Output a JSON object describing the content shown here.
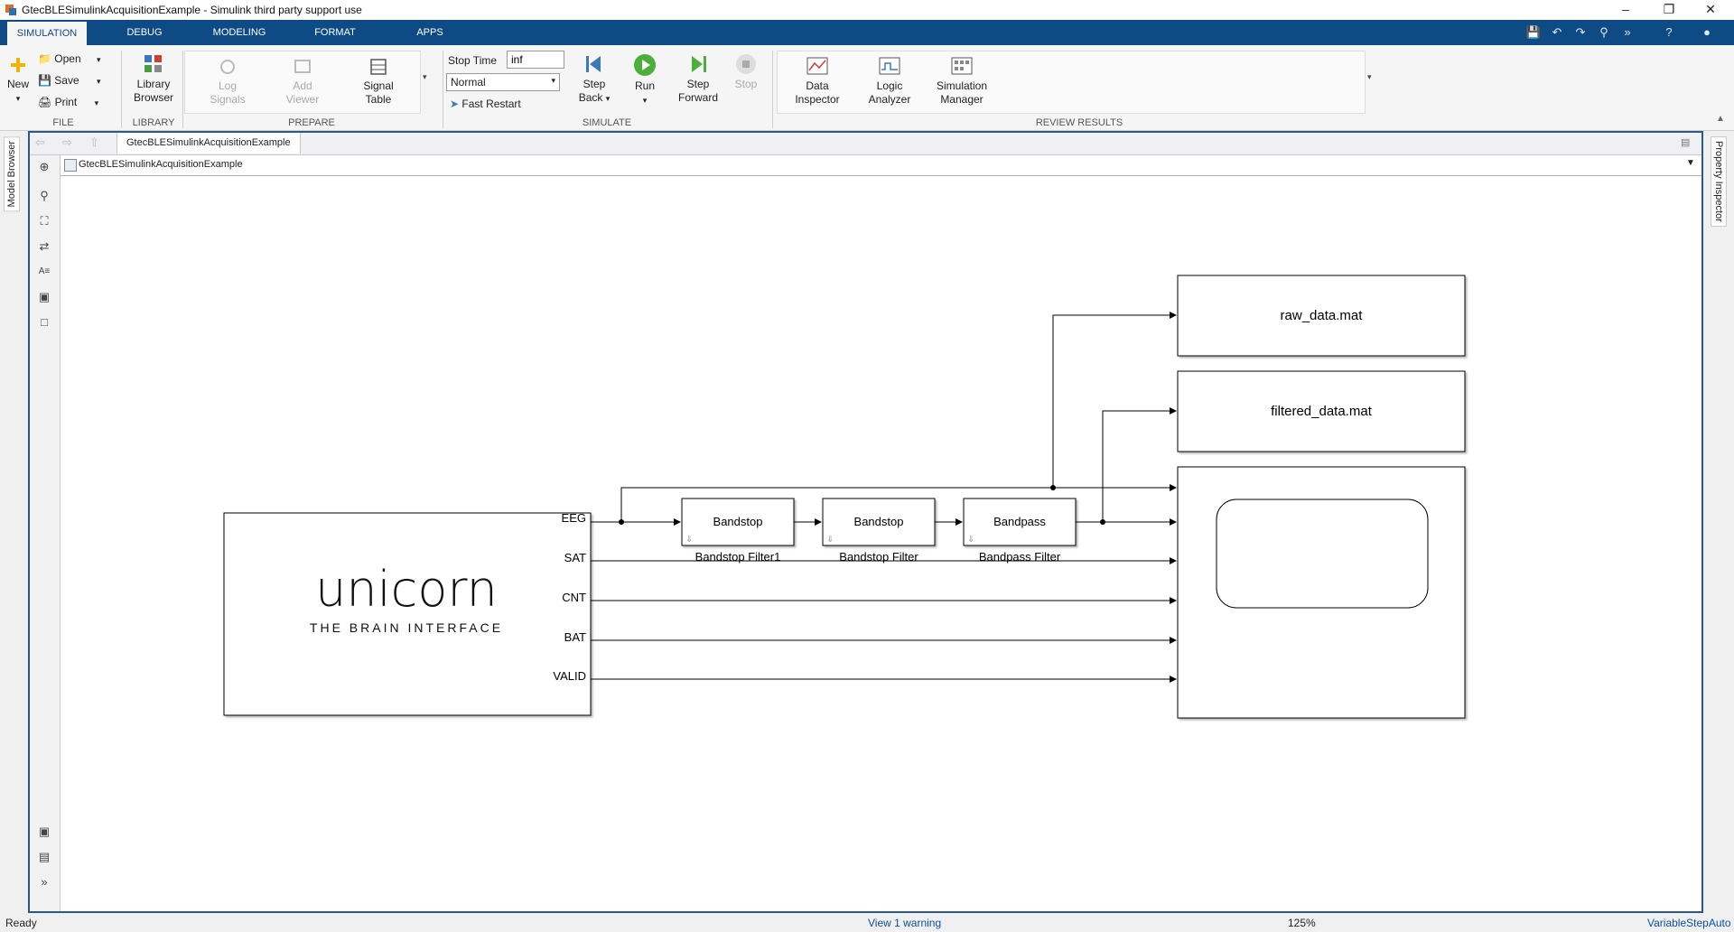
{
  "window": {
    "title": "GtecBLESimulinkAcquisitionExample - Simulink third party support use"
  },
  "tabs": [
    {
      "label": "SIMULATION"
    },
    {
      "label": "DEBUG"
    },
    {
      "label": "MODELING"
    },
    {
      "label": "FORMAT"
    },
    {
      "label": "APPS"
    }
  ],
  "ribbon": {
    "file": {
      "new_label": "New",
      "open_label": "Open",
      "save_label": "Save",
      "print_label": "Print",
      "section": "FILE"
    },
    "library": {
      "browser_label_1": "Library",
      "browser_label_2": "Browser",
      "section": "LIBRARY"
    },
    "prepare": {
      "log_1": "Log",
      "log_2": "Signals",
      "add_1": "Add",
      "add_2": "Viewer",
      "sig_1": "Signal",
      "sig_2": "Table",
      "section": "PREPARE"
    },
    "simulate": {
      "stop_time_label": "Stop Time",
      "stop_time_value": "inf",
      "mode_value": "Normal",
      "fast_restart_label": "Fast Restart",
      "step_back_1": "Step",
      "step_back_2": "Back",
      "run_label": "Run",
      "step_fwd_1": "Step",
      "step_fwd_2": "Forward",
      "stop_label": "Stop",
      "section": "SIMULATE"
    },
    "review": {
      "di_1": "Data",
      "di_2": "Inspector",
      "la_1": "Logic",
      "la_2": "Analyzer",
      "sm_1": "Simulation",
      "sm_2": "Manager",
      "section": "REVIEW RESULTS"
    }
  },
  "side": {
    "model_browser": "Model Browser",
    "property_inspector": "Property Inspector"
  },
  "editor": {
    "tab_label": "GtecBLESimulinkAcquisitionExample",
    "breadcrumb": "GtecBLESimulinkAcquisitionExample"
  },
  "diagram": {
    "source_block": {
      "logo_text": "unicorn",
      "tagline": "THE BRAIN INTERFACE",
      "ports": [
        "EEG",
        "SAT",
        "CNT",
        "BAT",
        "VALID"
      ]
    },
    "filters": [
      {
        "text": "Bandstop",
        "name": "Bandstop Filter1"
      },
      {
        "text": "Bandstop",
        "name": "Bandstop Filter"
      },
      {
        "text": "Bandpass",
        "name": "Bandpass Filter"
      }
    ],
    "sinks": [
      {
        "text": "raw_data.mat"
      },
      {
        "text": "filtered_data.mat"
      }
    ]
  },
  "status": {
    "left": "Ready",
    "warning": "View 1 warning",
    "zoom": "125%",
    "solver": "VariableStepAuto"
  }
}
